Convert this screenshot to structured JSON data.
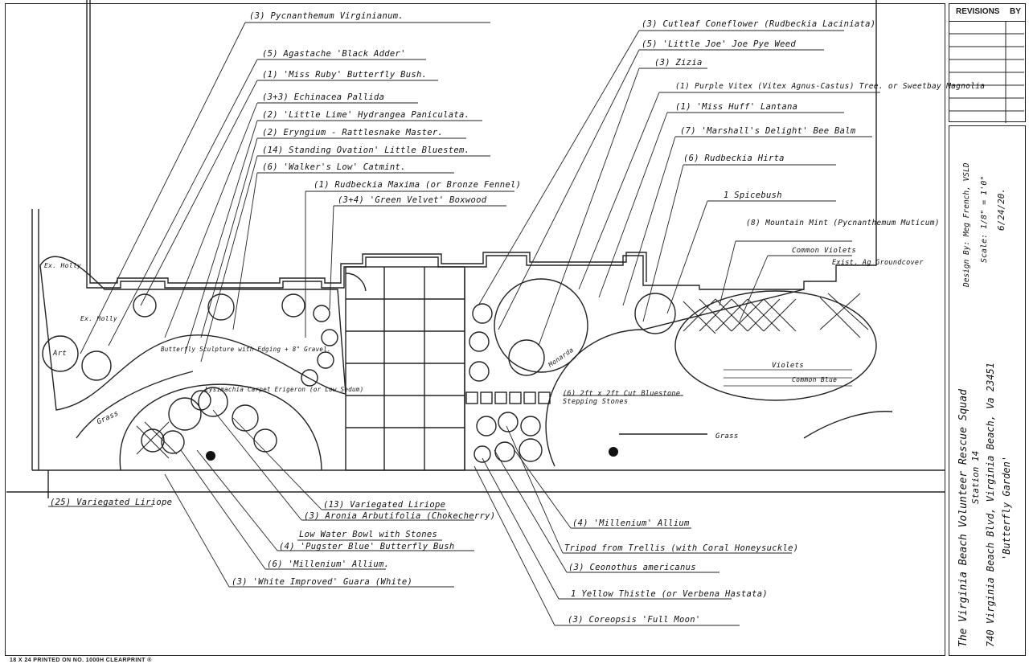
{
  "plant_labels_top": [
    {
      "text": "(3) Pycnanthemum Virginianum."
    },
    {
      "text": "(5) Agastache 'Black Adder'"
    },
    {
      "text": "(1) 'Miss Ruby' Butterfly Bush."
    },
    {
      "text": "(3+3) Echinacea Pallida"
    },
    {
      "text": "(2) 'Little Lime' Hydrangea Paniculata."
    },
    {
      "text": "(2) Eryngium - Rattlesnake Master."
    },
    {
      "text": "(14) Standing Ovation' Little Bluestem."
    },
    {
      "text": "(6) 'Walker's Low' Catmint."
    },
    {
      "text": "(1) Rudbeckia Maxima (or Bronze Fennel)"
    },
    {
      "text": "(3+4) 'Green Velvet' Boxwood"
    }
  ],
  "plant_labels_right": [
    {
      "text": "(3) Cutleaf Coneflower (Rudbeckia Laciniata)"
    },
    {
      "text": "(5) 'Little Joe' Joe Pye Weed"
    },
    {
      "text": "(3) Zizia"
    },
    {
      "text": "(1) Purple Vitex (Vitex Agnus-Castus) Tree. or Sweetbay Magnolia"
    },
    {
      "text": "(1) 'Miss Huff' Lantana"
    },
    {
      "text": "(7) 'Marshall's Delight' Bee Balm"
    },
    {
      "text": "(6) Rudbeckia Hirta"
    },
    {
      "text": "1 Spicebush"
    },
    {
      "text": "(8) Mountain Mint (Pycnanthemum Muticum)"
    },
    {
      "text": "Common Violets"
    },
    {
      "text": "Exist. Ag Groundcover"
    }
  ],
  "plan_notes": [
    {
      "text": "Ex. Holly"
    },
    {
      "text": "Ex. Holly"
    },
    {
      "text": "Art"
    },
    {
      "text": "Butterfly Sculpture with Edging + 8\" Gravel."
    },
    {
      "text": "Lysimachia Carpet Erigeron (or Low Sedum)"
    },
    {
      "text": "Grass"
    },
    {
      "text": "Monarda"
    },
    {
      "text": "(6) 2ft x 2ft Cut Bluestone Stepping Stones"
    },
    {
      "text": "Grass"
    },
    {
      "text": "Violets"
    },
    {
      "text": "Common Blue"
    }
  ],
  "plant_labels_bottom": [
    {
      "text": "(25) Variegated Liriope"
    },
    {
      "text": "(13) Variegated Liriope"
    },
    {
      "text": "(3) Aronia Arbutifolia (Chokecherry)"
    },
    {
      "text": "Low Water Bowl with Stones"
    },
    {
      "text": "(4) 'Pugster Blue' Butterfly Bush"
    },
    {
      "text": "(6) 'Millenium' Allium."
    },
    {
      "text": "(3) 'White Improved' Guara (White)"
    },
    {
      "text": "(4) 'Millenium' Allium"
    },
    {
      "text": "Tripod from Trellis (with Coral Honeysuckle)"
    },
    {
      "text": "(3) Ceonothus americanus"
    },
    {
      "text": "1 Yellow Thistle (or Verbena Hastata)"
    },
    {
      "text": "(3) Coreopsis 'Full Moon'"
    }
  ],
  "revisions": {
    "title": "REVISIONS",
    "by": "BY"
  },
  "title_block": {
    "project": "The Virginia Beach Volunteer Rescue Squad",
    "station": "Station 14",
    "address": "740 Virginia Beach Blvd, Virginia Beach, Va 23451",
    "garden": "'Butterfly Garden'",
    "designer": "Design By: Meg French, VSLD",
    "scale": "Scale: 1/8\" = 1'0\"",
    "date": "6/24/20."
  },
  "footer": "18 X 24    PRINTED ON NO. 1000H CLEARPRINT ®"
}
